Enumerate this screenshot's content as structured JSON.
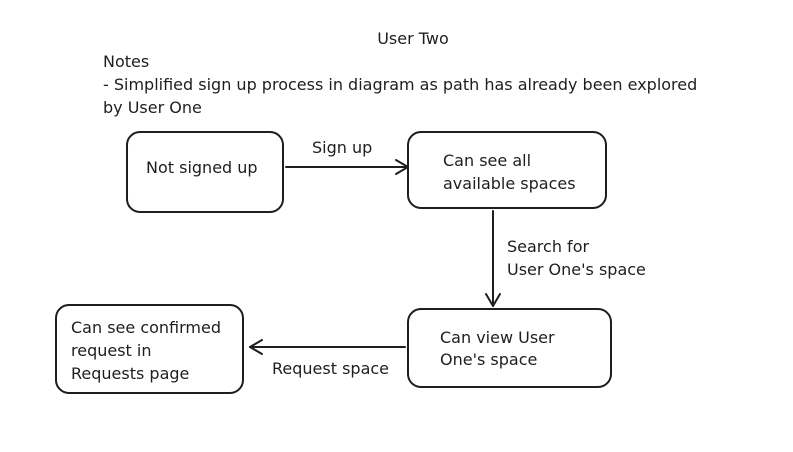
{
  "diagram": {
    "title": "User Two",
    "notes": {
      "heading": "Notes",
      "line1": "- Simplified sign up process in diagram as path has already been explored",
      "line2": "by User One"
    },
    "nodes": {
      "not_signed_up": {
        "line1": "Not signed up"
      },
      "see_spaces": {
        "line1": "Can see all",
        "line2": "available spaces"
      },
      "view_space": {
        "line1": "Can view User",
        "line2": "One's space"
      },
      "confirmed": {
        "line1": "Can see confirmed",
        "line2": "request in",
        "line3": "Requests page"
      }
    },
    "edges": {
      "sign_up": "Sign up",
      "search_line1": "Search for",
      "search_line2": "User One's space",
      "request_space": "Request space"
    }
  }
}
